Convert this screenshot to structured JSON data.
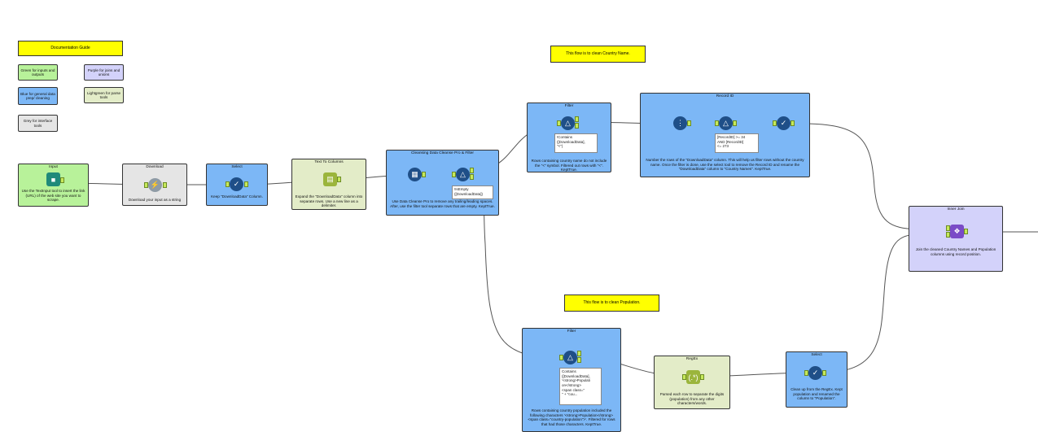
{
  "notes": {
    "doc_guide": "Documentation Guide",
    "country_note": "This flow is to clean Country Name.",
    "pop_note": "This flow is to clean Population."
  },
  "legend": {
    "green": "Green for inputs and outputs",
    "purple": "Purple for joins and unions",
    "blue": "Blue for general data prep/ cleaning",
    "lightgreen": "Lightgreen for parse tools",
    "grey": "Grey for interface tools"
  },
  "containers": {
    "input": {
      "title": "Input",
      "desc": "Use the TextInput tool to insert the link (URL) of the web site you want to scrape."
    },
    "download": {
      "title": "Download",
      "desc": "Download your input as a string"
    },
    "select1": {
      "title": "Select",
      "desc": "Keep \"DownloadData\" Column."
    },
    "text_to_columns": {
      "title": "Text To Columns",
      "desc": "Expand the \"DownloadData\" column into separate rows. Use a new line as a delimiter."
    },
    "cleansing": {
      "title": "Cleansing Data Cleanse Pro & Filter",
      "desc": "Use Data Cleanse Pro to remove any trailing/leading spaces. After, use the filter tool separate rows that are empty. KeptTrue."
    },
    "filter1": {
      "title": "Filter",
      "desc": "Rows containing country name do not include the \"<\" symbol. Filtered out rows with \"<\". KeptTrue."
    },
    "record_id": {
      "title": "Record ID",
      "desc": "Number the rows of the \"DownloadData\" column. This will help us filter rows without the country name. Once the filter is done, use the select tool to remove the Record ID and rename the \"DownloadData\" column to \"Country Names\". KeptTrue."
    },
    "inner_join": {
      "title": "Inner Join",
      "desc": "Join the cleaned Country Names and Population columns using record position."
    },
    "filter2": {
      "title": "Filter",
      "desc": "Rows containing country population included the following characters '<strong>Population</strong> <span class=\"country-population\">'. Filtered for rows that had those characters. KeptTrue."
    },
    "regex": {
      "title": "RegEx",
      "desc": "Parsed each row to separate the digits (population) from any other characters/words."
    },
    "select2": {
      "title": "Select",
      "desc": "Clean up from the RegEx. Kept population and renamed the column to \"Population\"."
    }
  },
  "expressions": {
    "cleanse_filter": "!IsEmpty\n([DownloadData])",
    "filter1": "!Contains\n([DownloadData],\n\"<\")",
    "record_id": "[RecordID] >= 34\nAND [RecordID]\n<= 273",
    "filter2": "Contains\n([DownloadData],\n'<strong>Populati\non</strong>\n<span class=\"\n\" + \"cou..."
  },
  "icons": {
    "input": "book-icon",
    "download": "lightning-icon",
    "select": "check-arrow-icon",
    "text_to_columns": "columns-icon",
    "cleanse": "table-icon",
    "filter": "triangle-filter-icon",
    "record_id": "record-id-icon",
    "regex": "regex-icon",
    "join": "join-icon"
  },
  "colors": {
    "note": "#ffff00",
    "blue_container": "#7cb7f6",
    "green_container": "#b8f29a",
    "grey_container": "#e5e5e5",
    "lightgreen_container": "#e3ecc8",
    "purple_container": "#d3d2fa",
    "tool_navy": "#1f4f88"
  }
}
